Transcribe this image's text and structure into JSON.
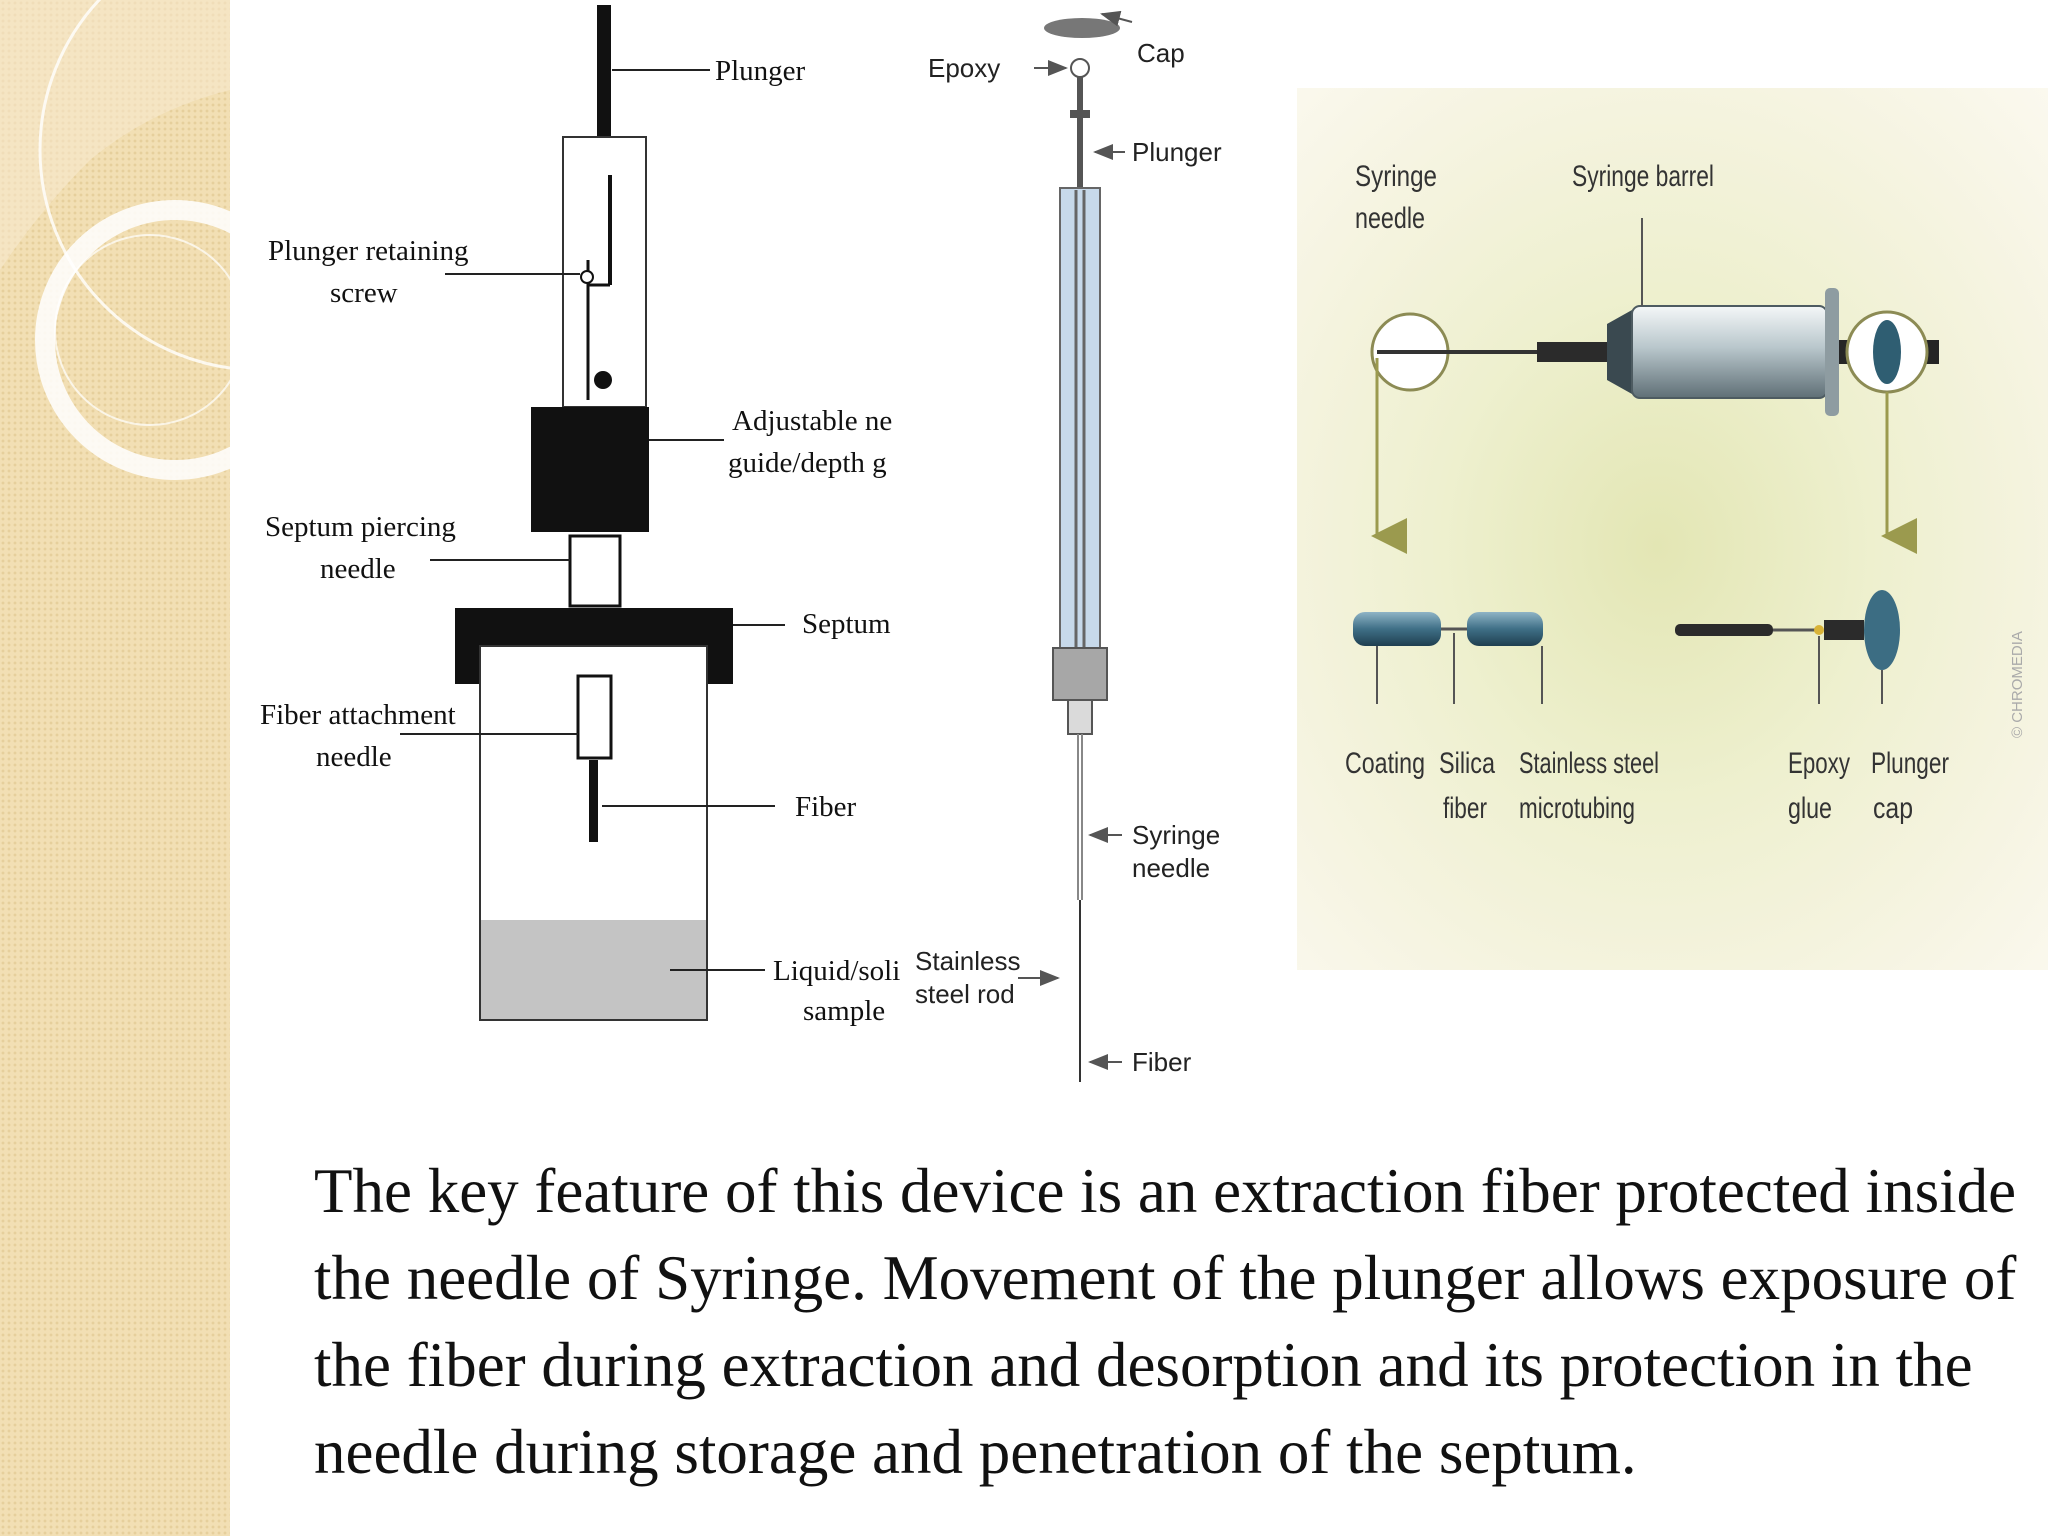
{
  "left_diagram": {
    "labels": {
      "plunger": "Plunger",
      "retaining_screw_1": "Plunger retaining",
      "retaining_screw_2": "screw",
      "guide_1": "Adjustable ne",
      "guide_2": "guide/depth g",
      "piercing_1": "Septum piercing",
      "piercing_2": "needle",
      "septum": "Septum",
      "attachment_1": "Fiber attachment",
      "attachment_2": "needle",
      "fiber": "Fiber",
      "sample_1": "Liquid/soli",
      "sample_2": "sample"
    }
  },
  "middle_diagram": {
    "labels": {
      "epoxy": "Epoxy",
      "cap": "Cap",
      "plunger": "Plunger",
      "needle_1": "Syringe",
      "needle_2": "needle",
      "rod_1": "Stainless",
      "rod_2": "steel rod",
      "fiber": "Fiber"
    }
  },
  "right_diagram": {
    "labels": {
      "syringe_needle_1": "Syringe",
      "syringe_needle_2": "needle",
      "syringe_barrel": "Syringe barrel",
      "coating": "Coating",
      "silica_1": "Silica",
      "silica_2": "fiber",
      "steel_1": "Stainless steel",
      "steel_2": "microtubing",
      "epoxy_1": "Epoxy",
      "epoxy_2": "glue",
      "plunger_1": "Plunger",
      "plunger_2": "cap",
      "watermark": "© CHROMEDIA"
    }
  },
  "caption": "The key feature of this device is an extraction fiber protected inside the needle of Syringe. Movement of the plunger allows exposure of the fiber during extraction and desorption and its protection in the needle during storage and penetration of the septum."
}
